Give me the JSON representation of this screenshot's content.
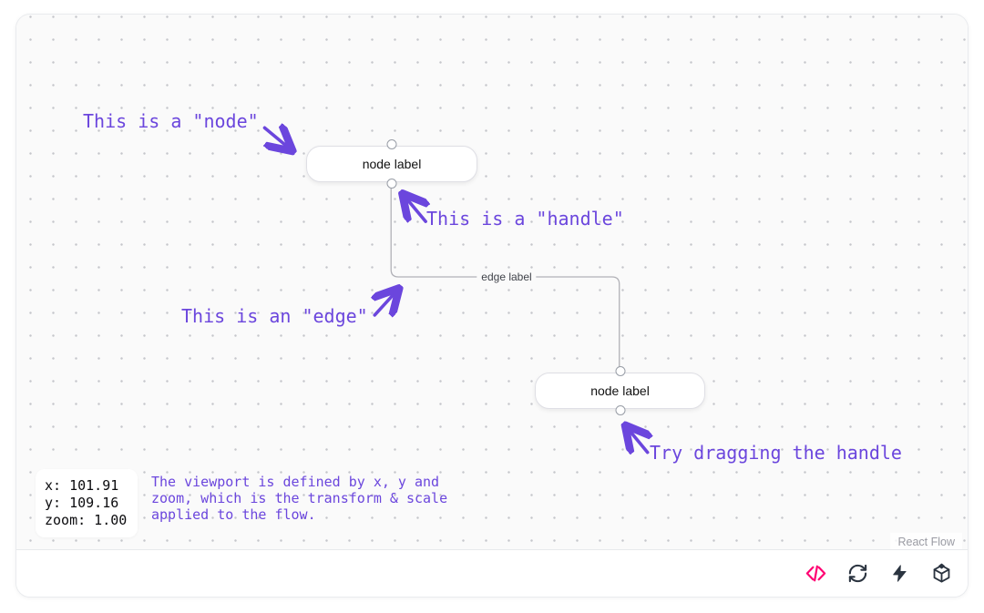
{
  "canvas": {
    "background": "#fafafa",
    "dot_color": "#c5c6cb",
    "attribution": "React Flow"
  },
  "nodes": [
    {
      "label": "node label"
    },
    {
      "label": "node label"
    }
  ],
  "edge": {
    "label": "edge label",
    "color": "#b1b1b7"
  },
  "annotations": {
    "color": "#6b46dd",
    "node": "This is a \"node\"",
    "handle": "This is a \"handle\"",
    "edge": "This is an \"edge\"",
    "drag": "Try dragging the handle"
  },
  "viewport_panel": {
    "x": "x: 101.91",
    "y": "y: 109.16",
    "zoom": "zoom: 1.00"
  },
  "viewport_description": "The viewport is defined by x, y and zoom, which is the transform & scale applied to the flow.",
  "toolbar": {
    "icons": [
      {
        "name": "code",
        "color": "#ff0072"
      },
      {
        "name": "refresh",
        "color": "#2b3440"
      },
      {
        "name": "lightning",
        "color": "#2b3440"
      },
      {
        "name": "cube",
        "color": "#2b3440"
      }
    ]
  }
}
